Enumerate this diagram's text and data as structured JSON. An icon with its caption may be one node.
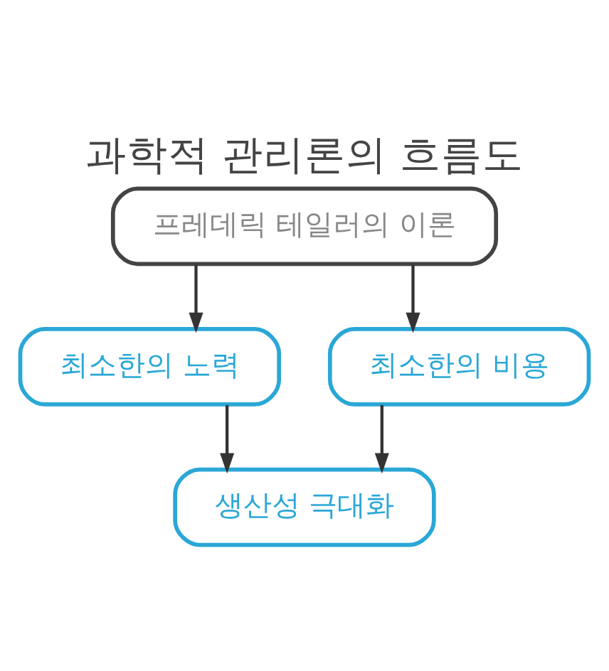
{
  "diagram": {
    "title": "과학적 관리론의 흐름도",
    "nodes": [
      {
        "text": [
          "프레데릭 테일러의 이론"
        ]
      },
      {
        "text": [
          "최소한의 노력"
        ]
      },
      {
        "text": [
          "최소한의 비용"
        ]
      },
      {
        "text": [
          "생산성 극대화"
        ]
      }
    ],
    "edges": [
      {
        "from": 0,
        "to": 1,
        "arrow": "to"
      },
      {
        "from": 0,
        "to": 2,
        "arrow": "to"
      },
      {
        "from": 1,
        "to": 3,
        "arrow": "to"
      },
      {
        "from": 2,
        "to": 3,
        "arrow": "to"
      }
    ]
  }
}
